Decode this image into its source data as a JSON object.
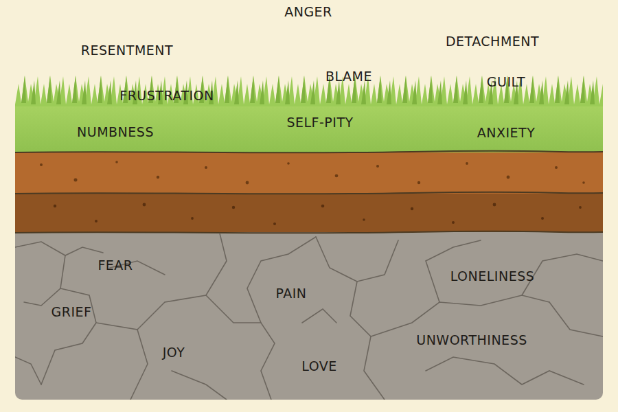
{
  "diagram": {
    "labels": [
      "ANGER",
      "DETACHMENT",
      "RESENTMENT",
      "BLAME",
      "GUILT",
      "FRUSTRATION",
      "SELF-PITY",
      "NUMBNESS",
      "ANXIETY",
      "FEAR",
      "LONELINESS",
      "PAIN",
      "GRIEF",
      "UNWORTHINESS",
      "JOY",
      "LOVE"
    ]
  }
}
